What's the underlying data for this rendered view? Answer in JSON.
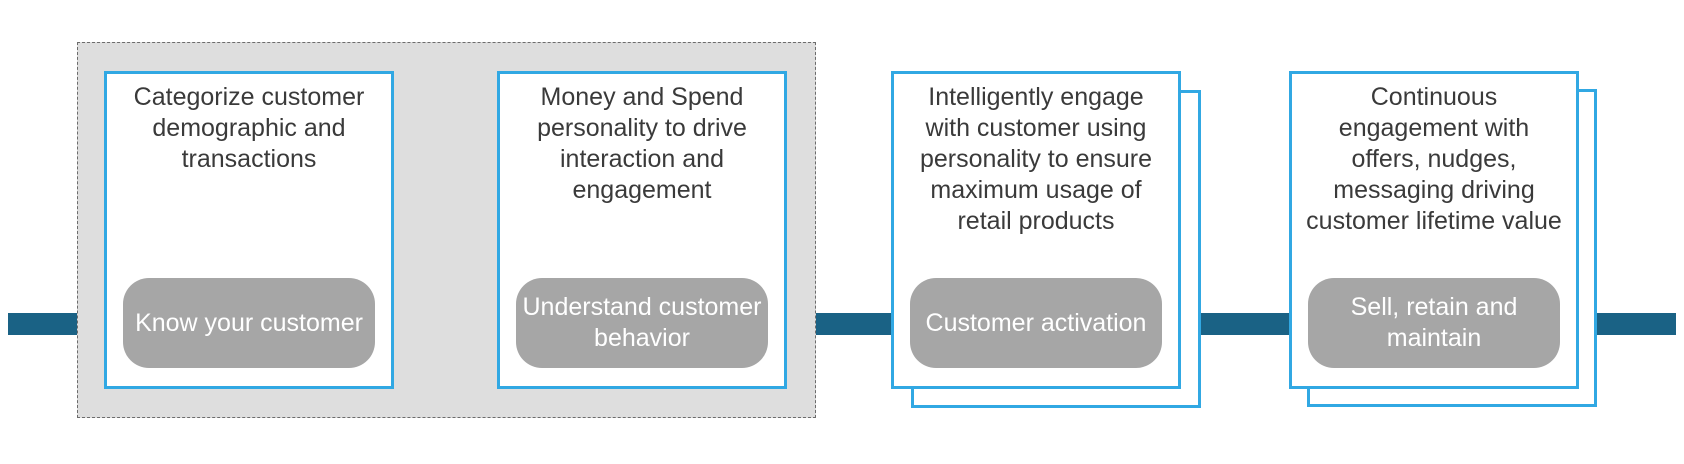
{
  "colors": {
    "timeline": "#1a6285",
    "card_border": "#31a8e3",
    "pill_fill": "#a6a6a6",
    "group_fill": "#dedede",
    "group_border": "#6c6c6c"
  },
  "steps": [
    {
      "description": "Categorize customer demographic and transactions",
      "label": "Know your customer"
    },
    {
      "description": "Money and Spend personality to drive interaction and engagement",
      "label": "Understand customer behavior"
    },
    {
      "description": "Intelligently engage with customer using personality to ensure maximum usage of retail products",
      "label": "Customer activation"
    },
    {
      "description": "Continuous engagement with offers, nudges, messaging driving customer lifetime value",
      "label": "Sell, retain and maintain"
    }
  ]
}
